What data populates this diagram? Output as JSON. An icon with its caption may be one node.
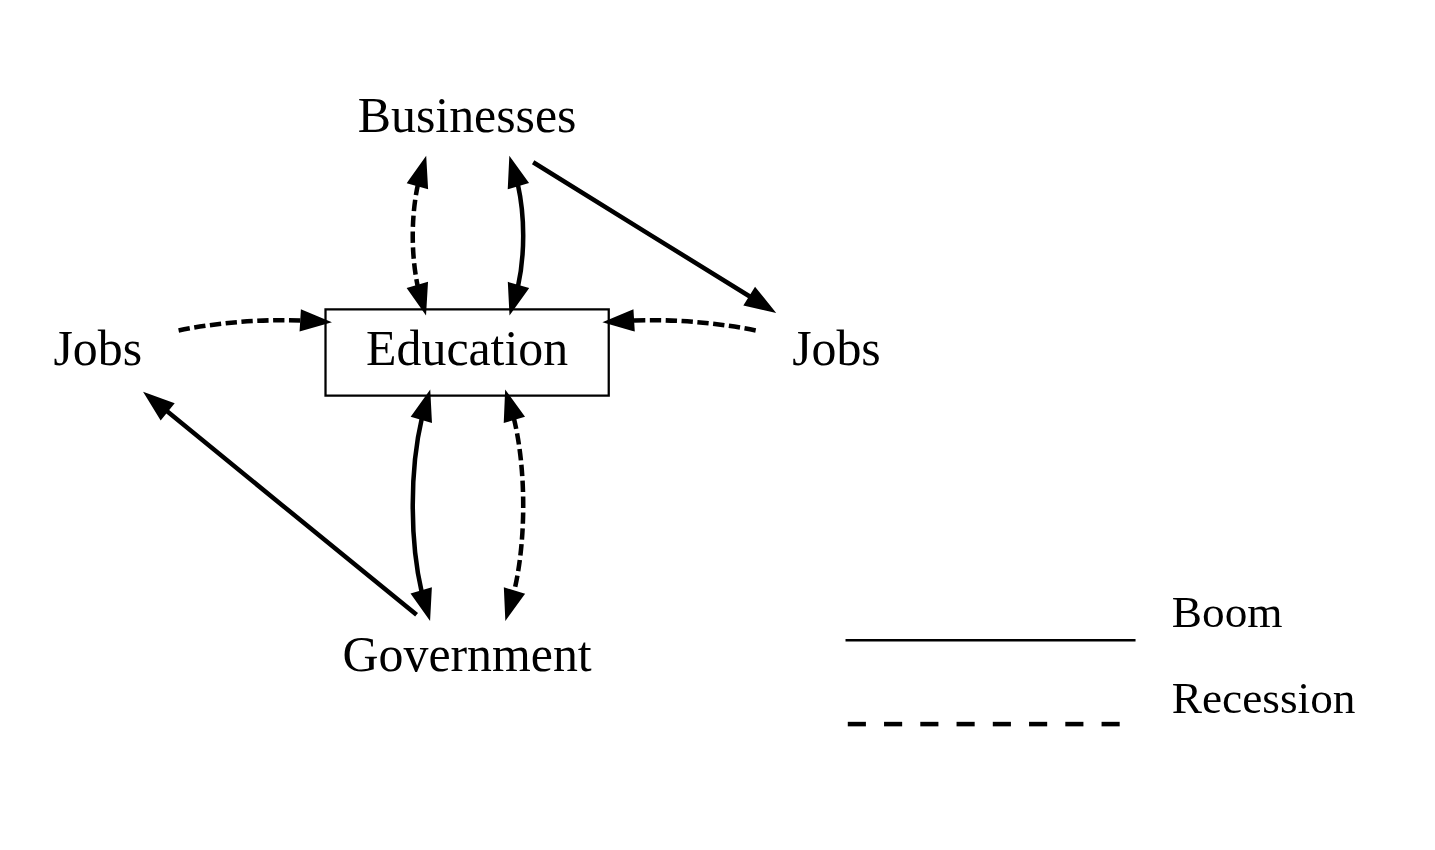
{
  "diagram": {
    "nodes": [
      {
        "text": [
          "Businesses"
        ]
      },
      {
        "text": [
          "Jobs"
        ]
      },
      {
        "text": [
          "Education"
        ]
      },
      {
        "text": [
          "Jobs"
        ]
      },
      {
        "text": [
          "Government"
        ]
      }
    ],
    "edges": [
      {
        "from": 0,
        "to": 3,
        "arrow": "to"
      },
      {
        "from": 0,
        "to": 2,
        "arrow": "both",
        "style": "dashed"
      },
      {
        "from": 0,
        "to": 2,
        "arrow": "both"
      },
      {
        "from": 1,
        "to": 2,
        "arrow": "to",
        "style": "dashed"
      },
      {
        "from": 3,
        "to": 2,
        "arrow": "to",
        "style": "dashed"
      },
      {
        "from": 2,
        "to": 4,
        "arrow": "both"
      },
      {
        "from": 2,
        "to": 4,
        "arrow": "both",
        "style": "dashed"
      },
      {
        "from": 4,
        "to": 1,
        "arrow": "to"
      }
    ],
    "legend": [
      {
        "text": "Boom"
      },
      {
        "text": "Recession"
      }
    ]
  }
}
